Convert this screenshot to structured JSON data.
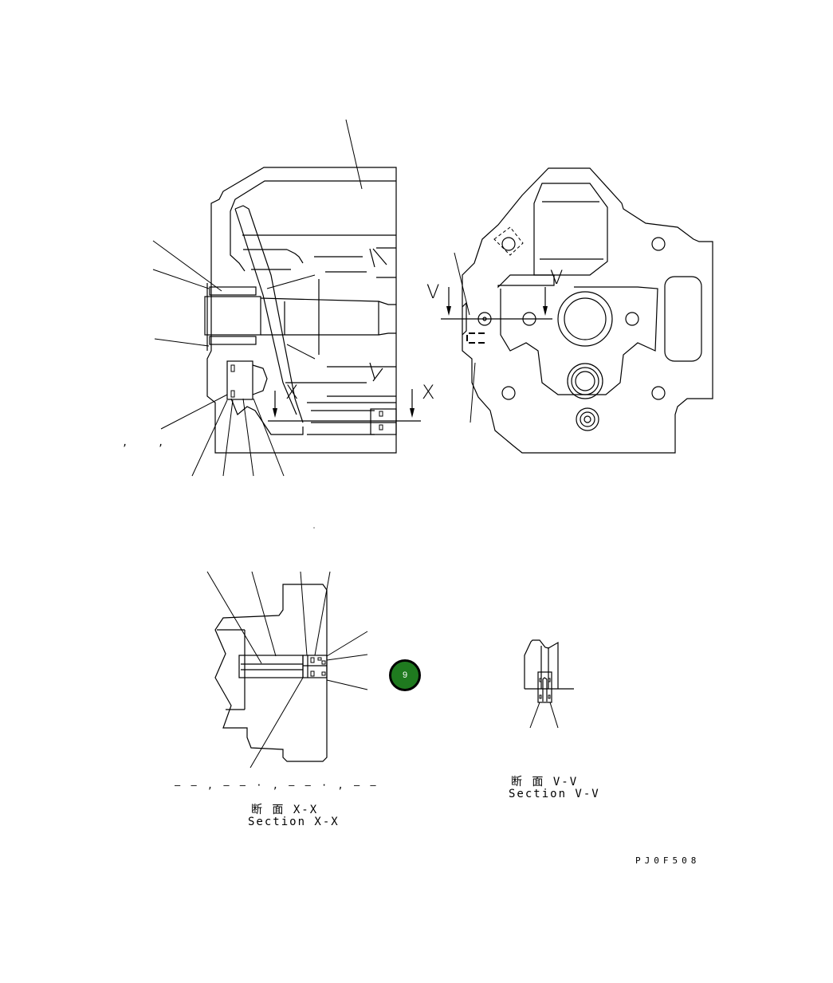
{
  "drawing": {
    "code": "PJ0F508",
    "marker": {
      "label": "9",
      "color": "#1f7a1f"
    },
    "section_markers": {
      "x_left": "X",
      "x_right": "X",
      "v_left": "V",
      "v_right": "V"
    },
    "section_x": {
      "title_jp": "断 面 X-X",
      "title_en": "Section X-X",
      "note": "– – , – – · , – – · , – –"
    },
    "section_v": {
      "title_jp": "断 面 V-V",
      "title_en": "Section V-V"
    },
    "stray_marks": [
      ",",
      ","
    ]
  }
}
